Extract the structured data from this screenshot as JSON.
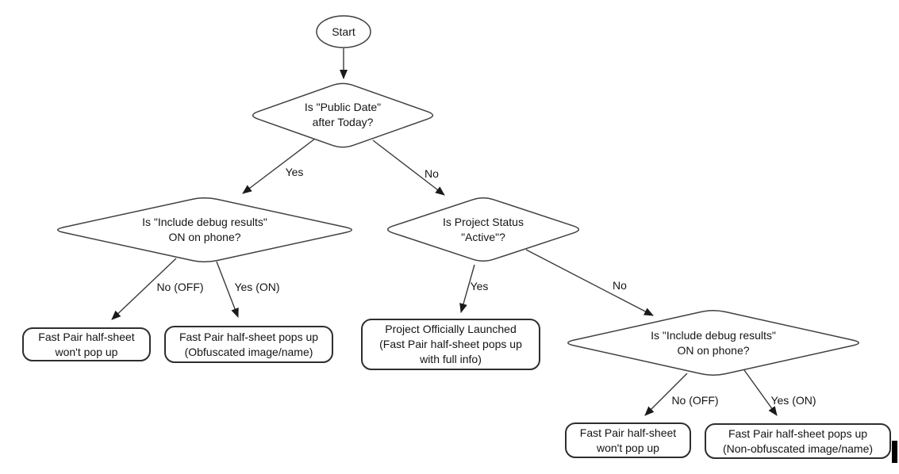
{
  "flowchart": {
    "nodes": {
      "start": {
        "label": "Start"
      },
      "decision_public_date": {
        "label": "Is \"Public Date\"\nafter Today?"
      },
      "decision_debug_left": {
        "label": "Is \"Include debug results\"\nON on phone?"
      },
      "decision_project_status": {
        "label": "Is Project Status\n\"Active\"?"
      },
      "decision_debug_right": {
        "label": "Is \"Include debug results\"\nON on phone?"
      },
      "result_wont_popup_left": {
        "label": "Fast Pair half-sheet\nwon't pop up"
      },
      "result_obfuscated": {
        "label": "Fast Pair half-sheet pops up\n(Obfuscated image/name)"
      },
      "result_launched": {
        "label": "Project Officially Launched\n(Fast Pair half-sheet pops up\nwith full info)"
      },
      "result_wont_popup_right": {
        "label": "Fast Pair half-sheet\nwon't pop up"
      },
      "result_non_obfuscated": {
        "label": "Fast Pair half-sheet pops up\n(Non-obfuscated image/name)"
      }
    },
    "edge_labels": {
      "public_date_yes": "Yes",
      "public_date_no": "No",
      "debug_left_no": "No (OFF)",
      "debug_left_yes": "Yes (ON)",
      "project_status_yes": "Yes",
      "project_status_no": "No",
      "debug_right_no": "No (OFF)",
      "debug_right_yes": "Yes (ON)"
    },
    "colors": {
      "background": "#ffffff",
      "shape_stroke": "#404040",
      "arrow_fill": "#1a1a1a",
      "text": "#141414"
    }
  }
}
